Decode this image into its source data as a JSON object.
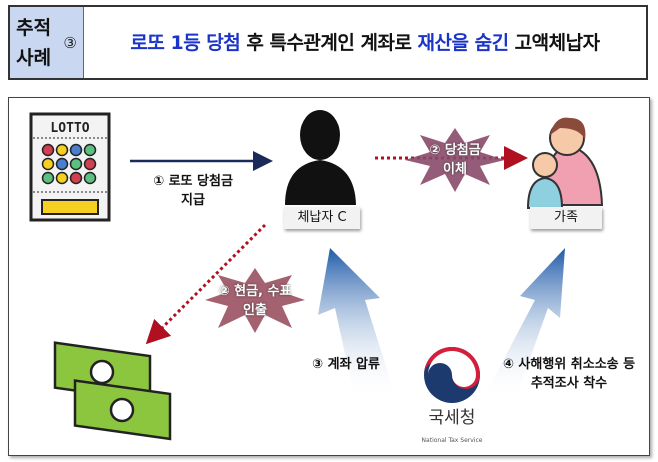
{
  "header": {
    "category_line1": "추적",
    "category_line2": "사례",
    "case_number": "③",
    "title_parts": [
      {
        "text": "로또 1등 당첨",
        "hl": true
      },
      {
        "text": " 후 특수관계인 계좌로 ",
        "hl": false
      },
      {
        "text": "재산을 숨긴",
        "hl": true
      },
      {
        "text": " 고액체납자",
        "hl": false
      }
    ]
  },
  "diagram": {
    "lotto_label": "LOTTO",
    "step1_line1": "① 로또 당첨금",
    "step1_line2": "지급",
    "delinquent_label": "체납자 C",
    "family_label": "가족",
    "step2a_line1": "② 당첨금",
    "step2a_line2": "이체",
    "step2b_line1": "② 현금, 수표",
    "step2b_line2": "인출",
    "step3": "③ 계좌 압류",
    "step4_line1": "④ 사해행위 취소소송 등",
    "step4_line2": "추적조사 착수",
    "agency_name": "국세청",
    "agency_english": "National Tax Service"
  },
  "colors": {
    "highlight": "#1a33c8",
    "header_bg": "#c9d7f0",
    "arrow_red": "#b01020",
    "arrow_blue": "#2a64b0"
  }
}
